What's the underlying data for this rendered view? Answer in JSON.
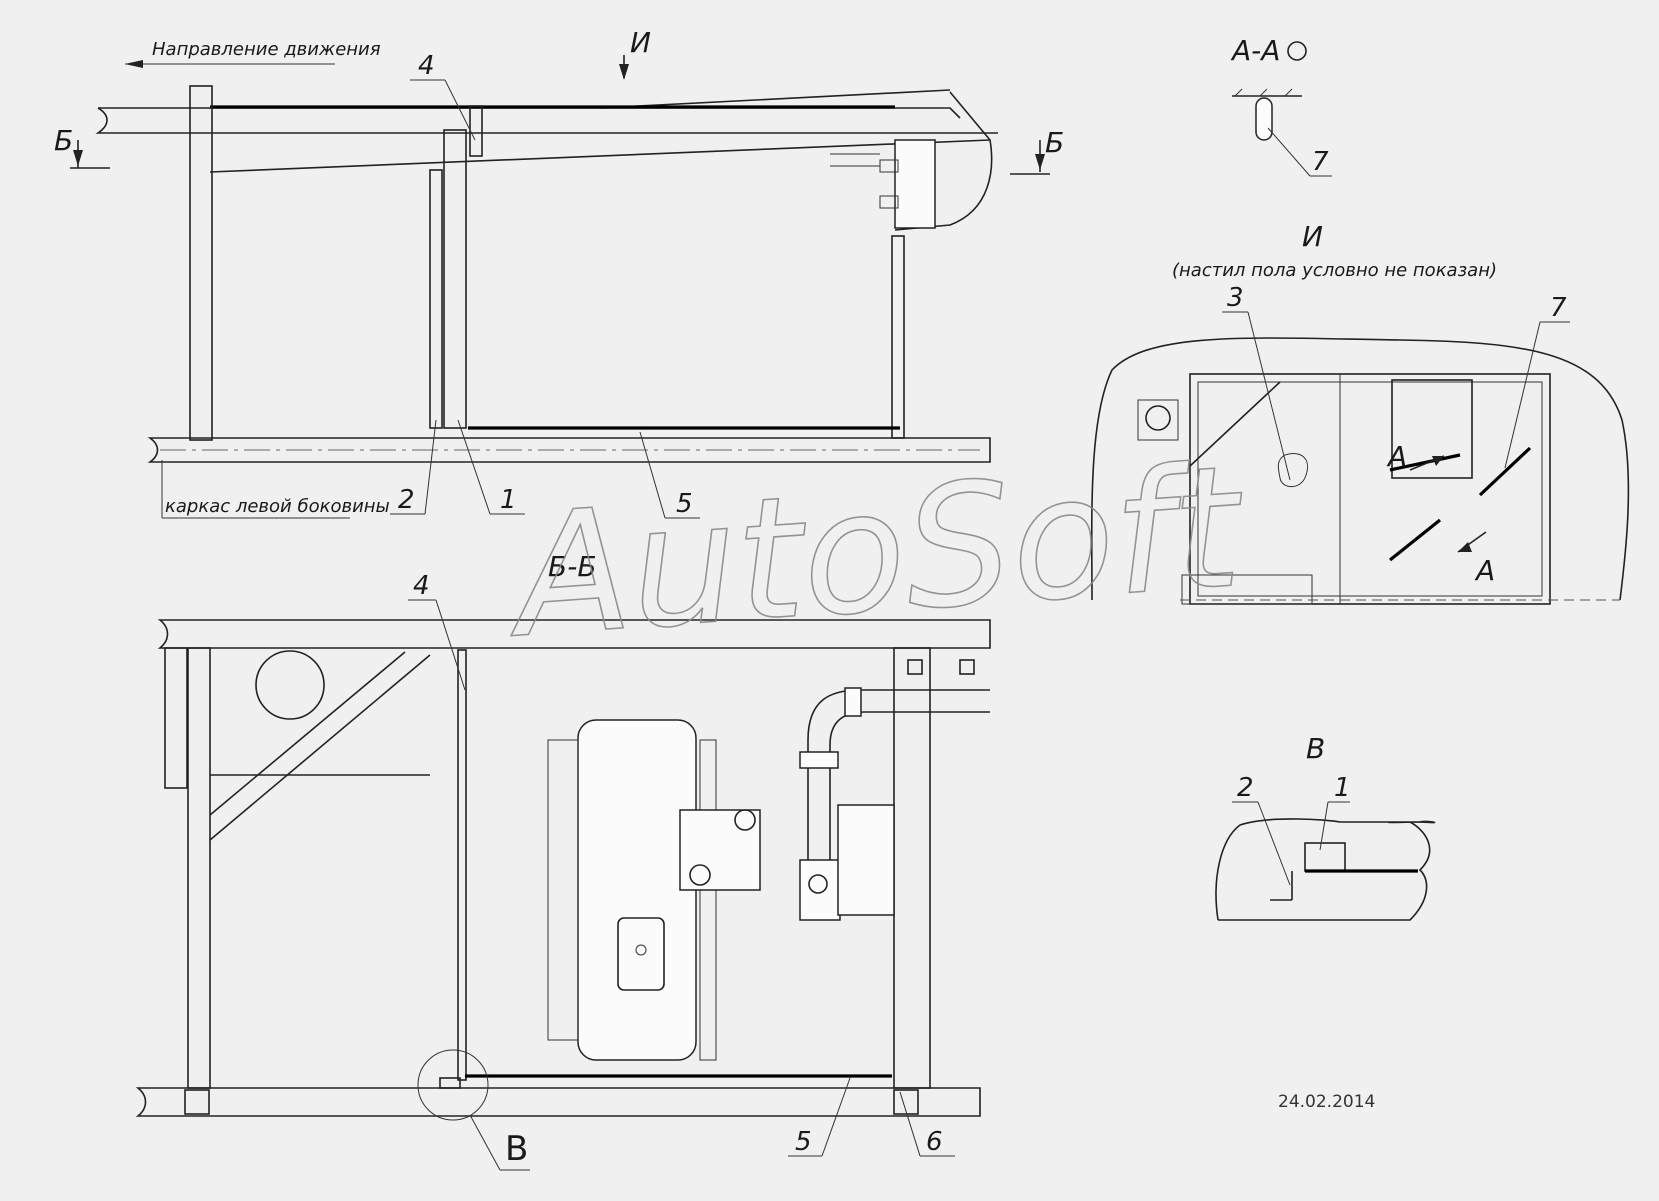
{
  "watermark": "AutoSoft",
  "date": "24.02.2014",
  "top_view": {
    "direction_label": "Направление движения",
    "view_arrow_letter": "И",
    "section_left": "Б",
    "section_right": "Б",
    "frame_label": "каркас левой боковины",
    "callouts": {
      "c4": "4",
      "c2": "2",
      "c1": "1",
      "c5": "5"
    }
  },
  "section_aa": {
    "title": "А-А",
    "callout": "7"
  },
  "view_i": {
    "title": "И",
    "note": "(настил пола условно не показан)",
    "callouts": {
      "c3": "3",
      "c7": "7",
      "a1": "А",
      "a2": "А"
    }
  },
  "section_bb": {
    "title": "Б-Б",
    "callouts": {
      "c4": "4",
      "c5": "5",
      "c6": "6",
      "v": "В"
    }
  },
  "view_v": {
    "title": "В",
    "callouts": {
      "c2": "2",
      "c1": "1"
    }
  }
}
